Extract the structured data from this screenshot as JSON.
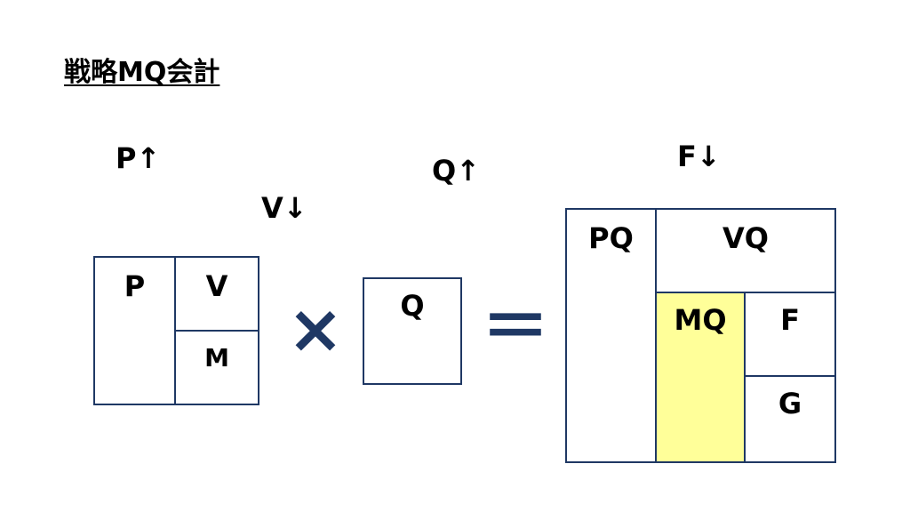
{
  "title": "戦略MQ会計",
  "arrows": {
    "p_up": "P↑",
    "v_down": "V↓",
    "q_up": "Q↑",
    "f_down": "F↓"
  },
  "unit_box": {
    "p": "P",
    "v": "V",
    "m": "M"
  },
  "quantity_box": {
    "q": "Q"
  },
  "operators": {
    "multiply": "×",
    "equals": "＝"
  },
  "result_box": {
    "pq": "PQ",
    "vq": "VQ",
    "mq": "MQ",
    "f": "F",
    "g": "G"
  },
  "colors": {
    "border": "#1f3864",
    "mq_fill": "#ffff99",
    "operator": "#1f3864"
  }
}
